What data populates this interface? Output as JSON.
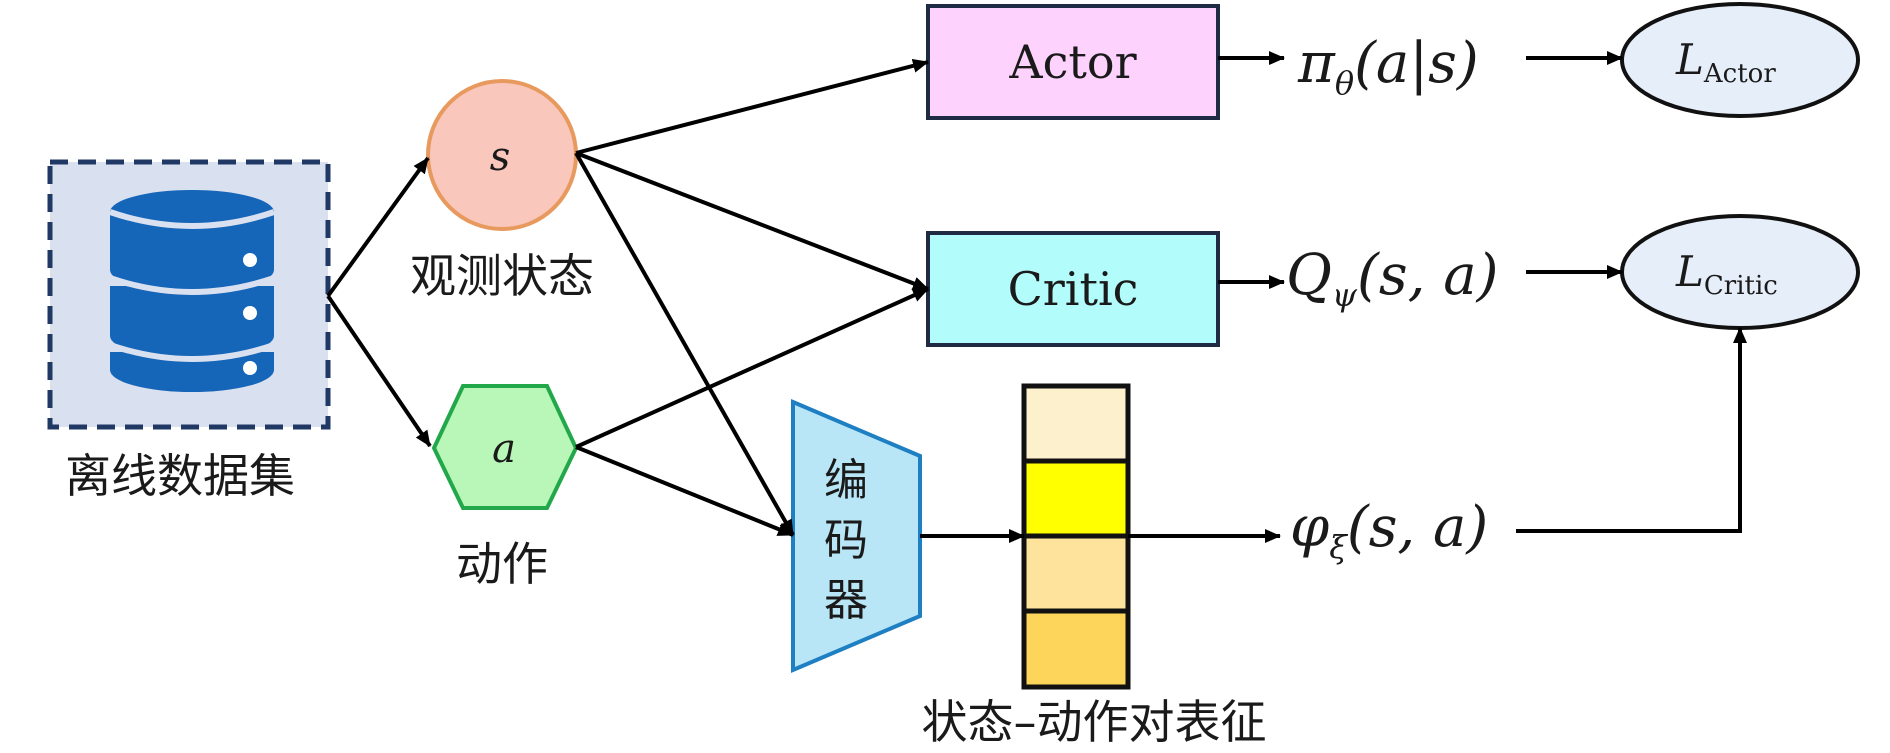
{
  "dataset": {
    "label": "离线数据集"
  },
  "state_node": {
    "symbol": "s",
    "label": "观测状态"
  },
  "action_node": {
    "symbol": "a",
    "label": "动作"
  },
  "actor": {
    "label": "Actor"
  },
  "critic": {
    "label": "Critic"
  },
  "encoder": {
    "chars": [
      "编",
      "码",
      "器"
    ]
  },
  "representation": {
    "label": "状态–动作对表征"
  },
  "outputs": {
    "policy": {
      "head": "π",
      "sub": "θ",
      "args": "(a|s)"
    },
    "q": {
      "head": "Q",
      "sub": "ψ",
      "args": "(s,  a)"
    },
    "phi": {
      "head": "φ",
      "sub": "ξ",
      "args": "(s,  a)"
    }
  },
  "losses": {
    "actor": {
      "head": "L",
      "sub": "Actor"
    },
    "critic": {
      "head": "L",
      "sub": "Critic"
    }
  },
  "colors": {
    "dataset_fill": "#d9e0f0",
    "dataset_border": "#1f3864",
    "db_icon": "#1565b8",
    "state_fill": "#f9c7bc",
    "state_border": "#e89a5e",
    "action_fill": "#b8f7b8",
    "action_border": "#22a84a",
    "actor_fill": "#fdd3fd",
    "critic_fill": "#b2fcfc",
    "box_border": "#1f2a44",
    "encoder_fill": "#b9e6f7",
    "encoder_border": "#1e7fc2",
    "rep_cells": [
      "#fdf0cd",
      "#ffff00",
      "#fde39b",
      "#fdd55a"
    ],
    "loss_fill": "#e6eef9"
  }
}
